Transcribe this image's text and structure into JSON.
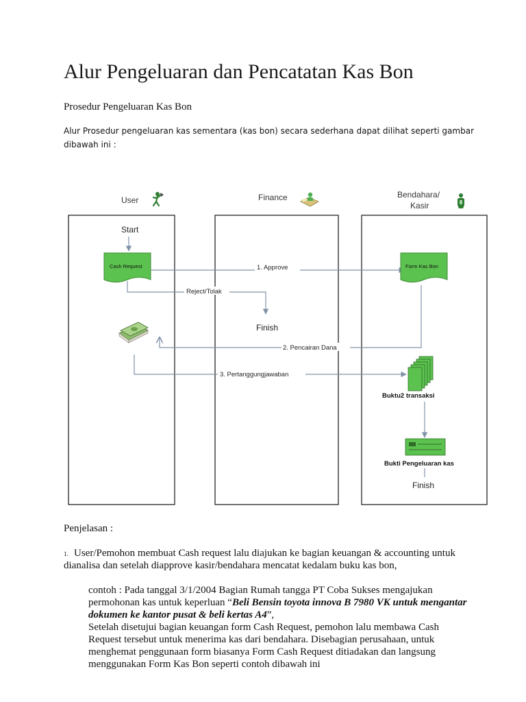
{
  "page": {
    "title": "Alur Pengeluaran dan Pencatatan Kas Bon",
    "subtitle": "Prosedur Pengeluaran Kas Bon",
    "intro": "Alur Prosedur pengeluaran kas sementara (kas bon) secara sederhana dapat dilihat seperti gambar dibawah ini :"
  },
  "diagram": {
    "lanes": {
      "user": "User",
      "finance": "Finance",
      "bendahara_line1": "Bendahara/",
      "bendahara_line2": "Kasir"
    },
    "nodes": {
      "start": "Start",
      "cash_request": "Cash Request",
      "form_kas_bon": "Form Kas Bon",
      "finish_finance": "Finish",
      "buktu_transaksi": "Buktu2 transaksi",
      "bukti_pengeluaran": "Bukti Pengeluaran kas",
      "finish_kasir": "Finish"
    },
    "edges": {
      "approve": "1. Approve",
      "reject": "Reject/Tolak",
      "pencairan": "2. Pencairan Dana",
      "pertanggungjawaban": "3. Pertanggungjawaban"
    },
    "colors": {
      "doc_fill": "#5cc24f",
      "line": "#7f92a8"
    }
  },
  "body": {
    "penjelasan": "Penjelasan :",
    "list_marker": "1.",
    "item1": "User/Pemohon membuat Cash request lalu diajukan ke bagian keuangan & accounting untuk dianalisa dan setelah diapprove kasir/bendahara mencatat kedalam buku kas bon,",
    "example_prefix": "contoh : Pada tanggal 3/1/2004 Bagian Rumah tangga PT Coba Sukses mengajukan permohonan kas untuk keperluan “",
    "example_bold": "Beli Bensin toyota innova B 7980 VK untuk mengantar dokumen ke kantor pusat & beli kertas A4",
    "example_suffix": "”,",
    "example_rest": "Setelah disetujui bagian keuangan form Cash Request, pemohon lalu membawa Cash Request tersebut untuk menerima kas dari bendahara. Disebagian perusahaan, untuk menghemat penggunaan form biasanya Form Cash Request ditiadakan dan langsung menggunakan Form Kas Bon seperti contoh dibawah ini"
  }
}
